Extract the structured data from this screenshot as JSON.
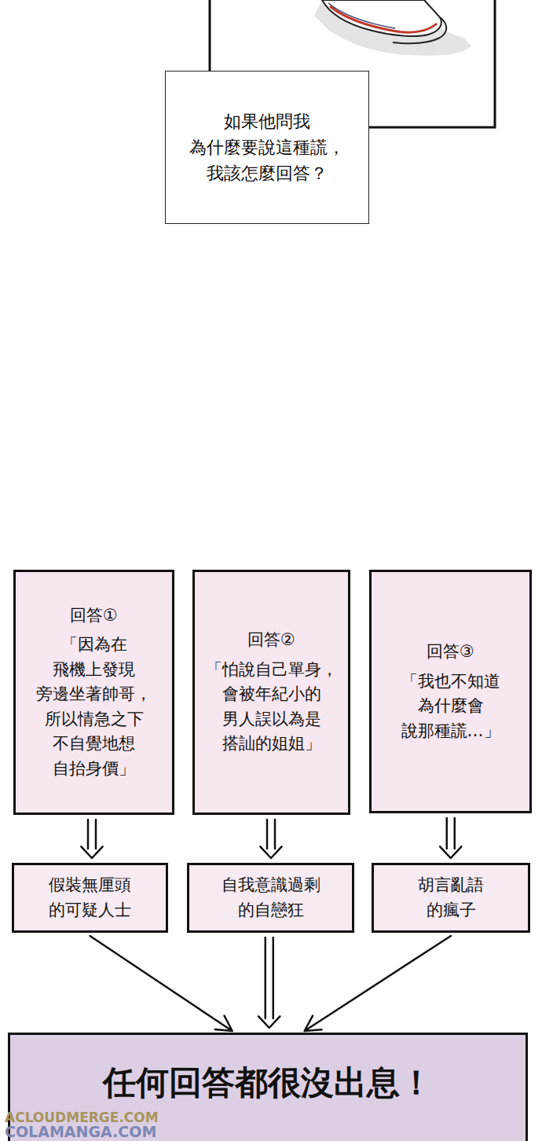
{
  "diagram": {
    "nodes": [
      {
        "text": [
          "如果他問我 為什麼要說這種謊， 我該怎麼回答？"
        ]
      },
      {
        "text": [
          "回答①",
          "「因為在 飛機上發現 旁邊坐著帥哥， 所以情急之下 不自覺地想 自抬身價」"
        ]
      },
      {
        "text": [
          "回答②",
          "「怕說自己單身， 會被年紀小的 男人誤以為是 搭訕的姐姐」"
        ]
      },
      {
        "text": [
          "回答③",
          "「我也不知道 為什麼會 說那種謊…」"
        ]
      },
      {
        "text": [
          "假裝無厘頭 的可疑人士"
        ]
      },
      {
        "text": [
          "自我意識過剩 的自戀狂"
        ]
      },
      {
        "text": [
          "胡言亂語 的瘋子"
        ]
      },
      {
        "text": [
          "任何回答都很沒出息！"
        ]
      }
    ],
    "edges": [
      {
        "from": 1,
        "to": 4,
        "arrow": "to"
      },
      {
        "from": 2,
        "to": 5,
        "arrow": "to"
      },
      {
        "from": 3,
        "to": 6,
        "arrow": "to"
      },
      {
        "from": 4,
        "to": 7,
        "arrow": "to"
      },
      {
        "from": 5,
        "to": 7,
        "arrow": "to"
      },
      {
        "from": 6,
        "to": 7,
        "arrow": "to"
      }
    ],
    "labels": [
      "ACLOUDMERGE.COM",
      "COLAMANGA.COM"
    ]
  }
}
